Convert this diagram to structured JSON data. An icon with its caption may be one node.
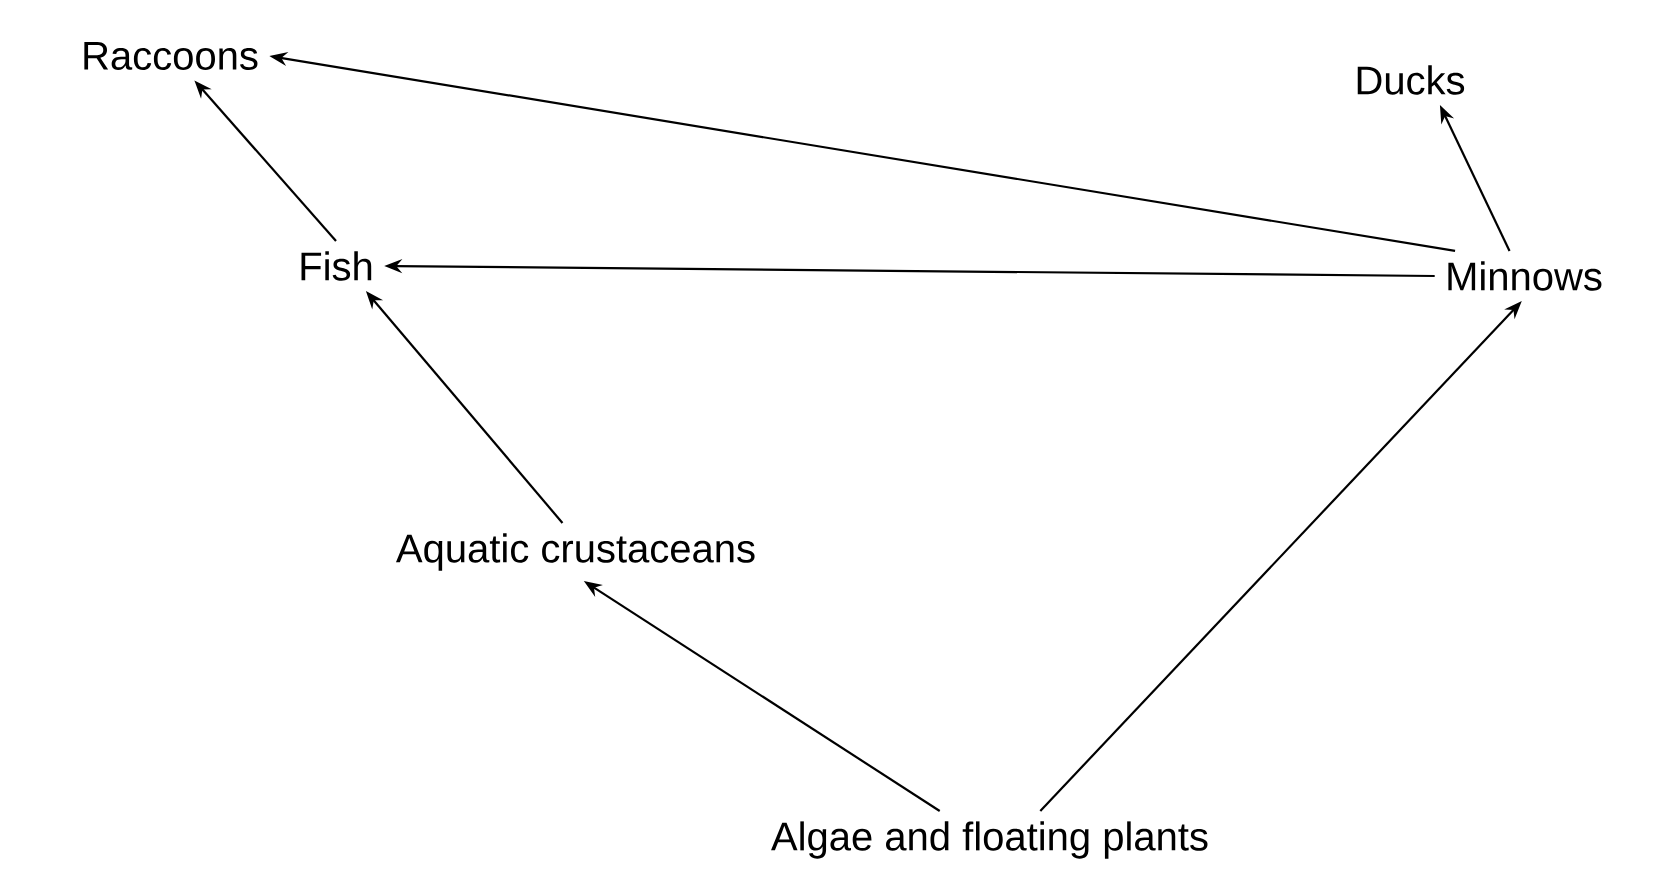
{
  "diagram": {
    "nodes": [
      {
        "text": [
          "Raccoons"
        ]
      },
      {
        "text": [
          "Ducks"
        ]
      },
      {
        "text": [
          "Fish"
        ]
      },
      {
        "text": [
          "Minnows"
        ]
      },
      {
        "text": [
          "Aquatic crustaceans"
        ]
      },
      {
        "text": [
          "Algae and floating plants"
        ]
      }
    ],
    "edges": [
      {
        "from": 3,
        "to": 0,
        "arrow": "to"
      },
      {
        "from": 3,
        "to": 1,
        "arrow": "to"
      },
      {
        "from": 3,
        "to": 2,
        "arrow": "to"
      },
      {
        "from": 2,
        "to": 0,
        "arrow": "to"
      },
      {
        "from": 4,
        "to": 2,
        "arrow": "to"
      },
      {
        "from": 5,
        "to": 4,
        "arrow": "to"
      },
      {
        "from": 5,
        "to": 3,
        "arrow": "to"
      }
    ]
  }
}
